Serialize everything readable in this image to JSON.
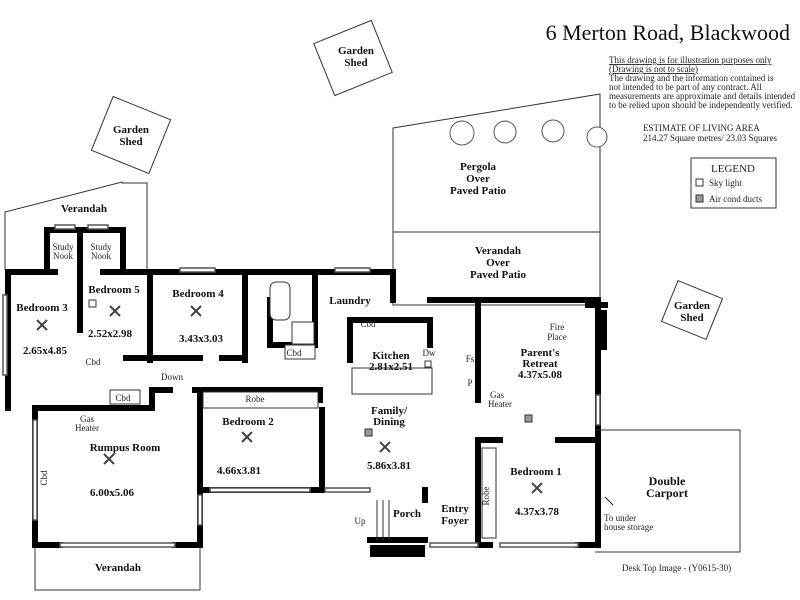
{
  "title": "6 Merton Road, Blackwood",
  "disclaimer": {
    "line1": "This drawing is for illustration purposes only",
    "line2": "(Drawing is not to scale)",
    "line3": "The drawing and the information contained is",
    "line4": "not intended to be part of any contract.  All",
    "line5": "measurements are approximate and details intended",
    "line6": "to be relied upon should be independently verified."
  },
  "living_area": {
    "heading": "ESTIMATE OF LIVING AREA",
    "value": "214.27 Square metres/  23.03 Squares"
  },
  "legend": {
    "title": "LEGEND",
    "items": [
      {
        "label": "Sky light",
        "icon": "skylight-icon"
      },
      {
        "label": "Air cond ducts",
        "icon": "air-duct-icon"
      }
    ]
  },
  "rooms": {
    "garden_shed": [
      "Garden",
      "Shed"
    ],
    "pergola": [
      "Pergola",
      "Over",
      "Paved Patio"
    ],
    "verandah_patio": [
      "Verandah",
      "Over",
      "Paved Patio"
    ],
    "verandah": "Verandah",
    "study_nook": [
      "Study",
      "Nook"
    ],
    "bedroom3": {
      "name": "Bedroom 3",
      "size": "2.65x4.85"
    },
    "bedroom5": {
      "name": "Bedroom 5",
      "size": "2.52x2.98"
    },
    "bedroom4": {
      "name": "Bedroom 4",
      "size": "3.43x3.03"
    },
    "laundry": "Laundry",
    "kitchen": {
      "name": "Kitchen",
      "size": "2.81x2.51"
    },
    "family": {
      "name1": "Family/",
      "name2": "Dining",
      "size": "5.86x3.81"
    },
    "parents": {
      "name1": "Parent's",
      "name2": "Retreat",
      "size": "4.37x5.08"
    },
    "bedroom1": {
      "name": "Bedroom 1",
      "size": "4.37x3.78"
    },
    "bedroom2": {
      "name": "Bedroom 2",
      "size": "4.66x3.81"
    },
    "rumpus": {
      "name": "Rumpus Room",
      "size": "6.00x5.06"
    },
    "porch": "Porch",
    "entry": [
      "Entry",
      "Foyer"
    ],
    "carport": [
      "Double",
      "Carport"
    ]
  },
  "fixtures": {
    "cbd": "Cbd",
    "robe": "Robe",
    "down": "Down",
    "up": "Up",
    "dw": "Dw",
    "fs": "Fs",
    "p": "P",
    "gas_heater": [
      "Gas",
      "Heater"
    ],
    "fire_place": [
      "Fire",
      "Place"
    ],
    "storage": [
      "To under",
      "house storage"
    ]
  },
  "footer": "Desk Top Image - (Y0615-30)"
}
